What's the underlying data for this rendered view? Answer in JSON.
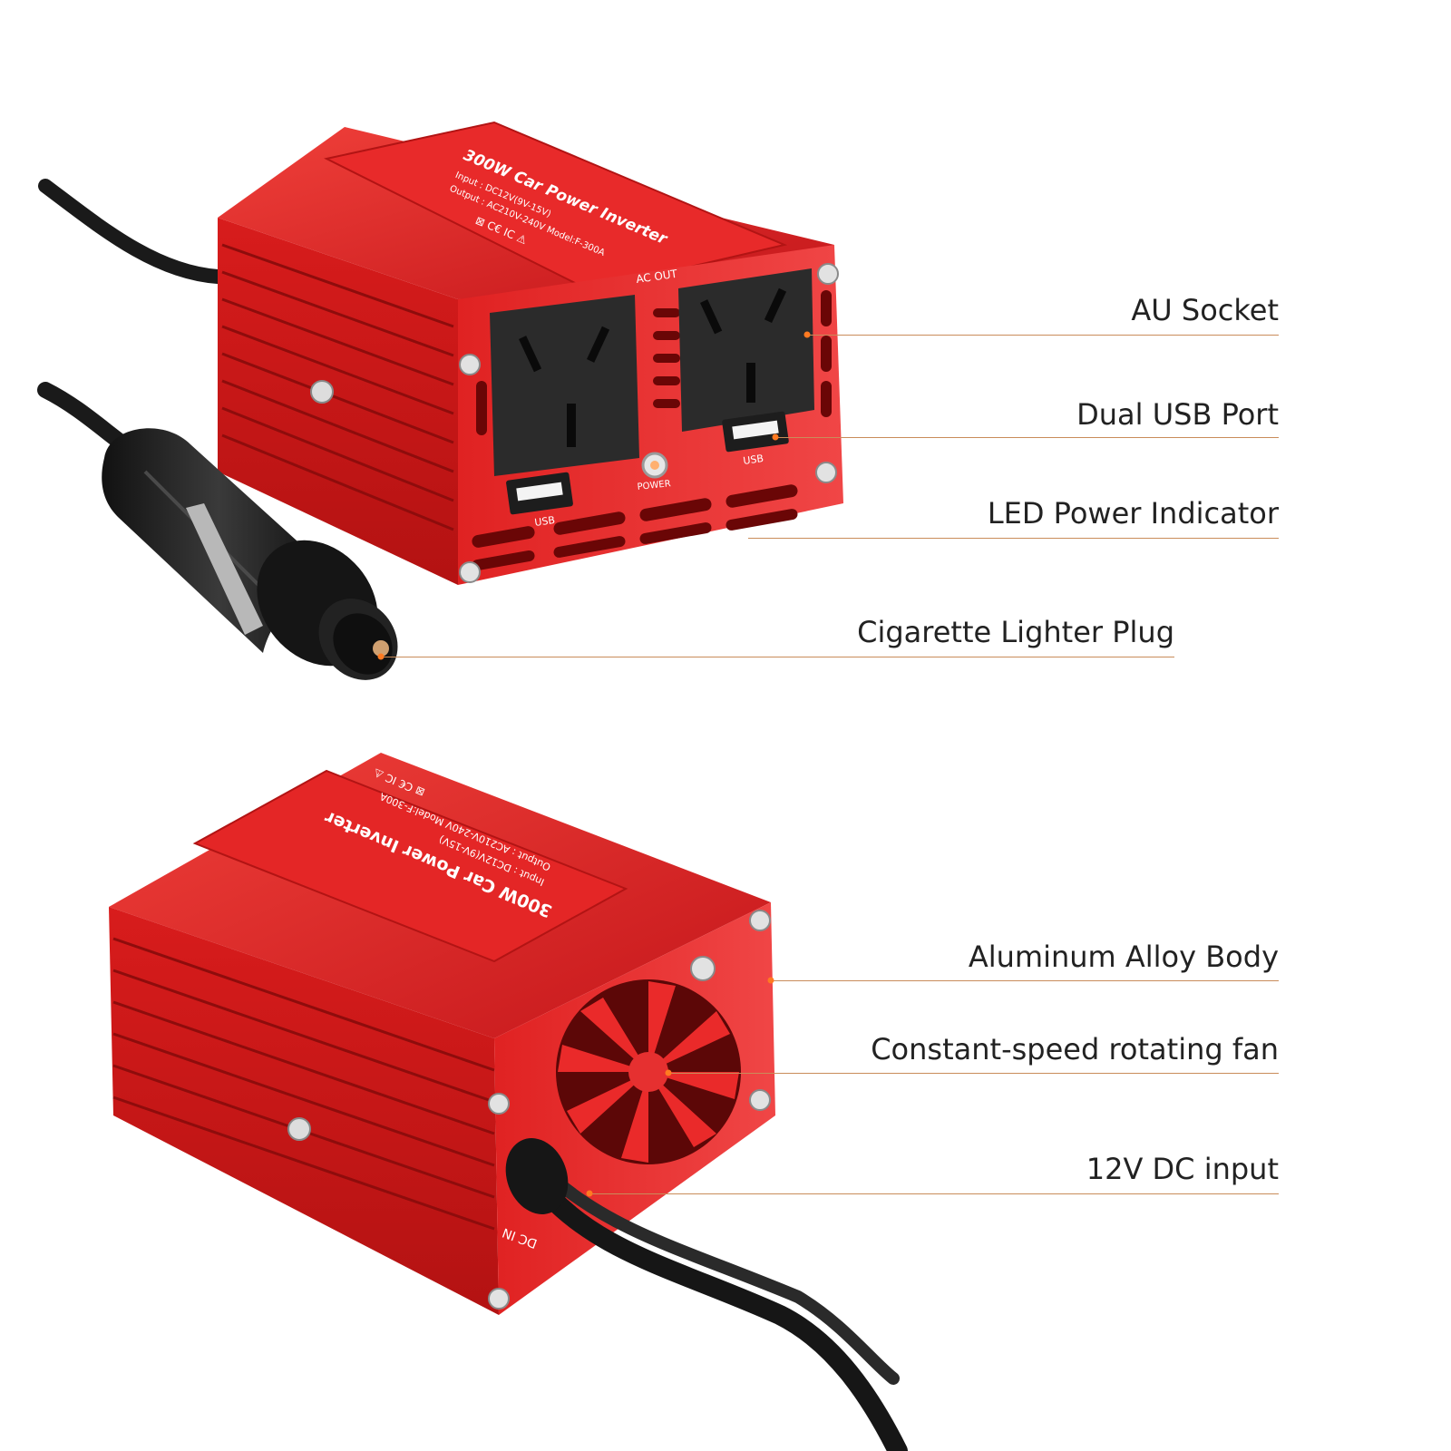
{
  "colors": {
    "body_red": "#e01e1e",
    "body_red_dark": "#a51010",
    "body_red_light": "#f25050",
    "socket_black": "#2b2b2b",
    "cable_black": "#1a1a1a",
    "callout_line": "#c98c5a",
    "callout_dot": "#ff7a21",
    "label_text": "#222222"
  },
  "top_unit": {
    "label_line1": "300W Car Power Inverter",
    "label_line2": "Input : DC12V(9V-15V)",
    "label_line3": "Output : AC210V-240V Model:F-300A",
    "marks": "⊠ C€ IC ⚠",
    "ac_out": "AC  OUT",
    "power": "POWER",
    "usb_left": "USB",
    "usb_right": "USB"
  },
  "bottom_unit": {
    "label_line1": "300W Car Power Inverter",
    "label_line2": "Input : DC12V(9V-15V)",
    "label_line3": "Output : AC210V-240V Model:F-300A",
    "marks": "⊠ C€ IC ⚠",
    "dc_in": "DC IN"
  },
  "callouts": [
    {
      "id": "au-socket",
      "text": "AU Socket"
    },
    {
      "id": "dual-usb-port",
      "text": "Dual USB Port"
    },
    {
      "id": "led-power-indicator",
      "text": "LED Power Indicator"
    },
    {
      "id": "cigarette-lighter-plug",
      "text": "Cigarette Lighter Plug"
    },
    {
      "id": "aluminum-alloy-body",
      "text": "Aluminum Alloy Body"
    },
    {
      "id": "constant-speed-rotating-fan",
      "text": "Constant-speed rotating fan"
    },
    {
      "id": "dc-input",
      "text": "12V DC input"
    }
  ]
}
